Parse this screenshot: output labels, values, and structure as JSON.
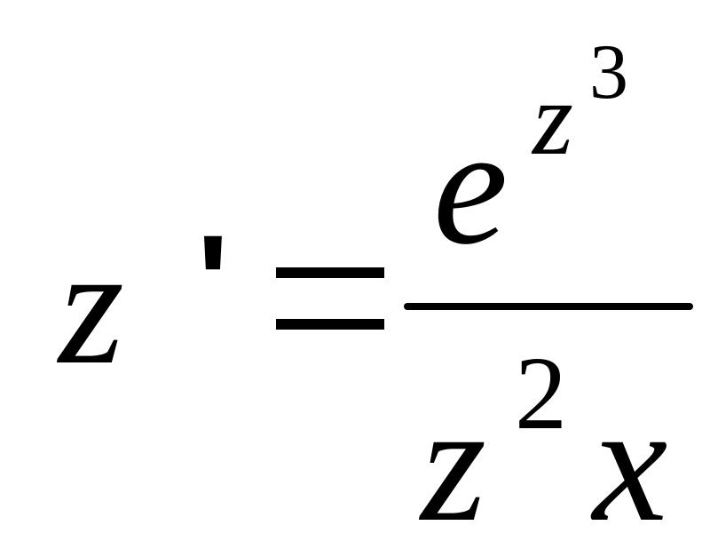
{
  "equation": {
    "lhs": {
      "variable": "z",
      "prime": "'"
    },
    "relation": "=",
    "rhs": {
      "numerator": {
        "base": "e",
        "exponent_variable": "z",
        "exponent_power": "3"
      },
      "denominator": {
        "variable": "z",
        "power": "2",
        "second_variable": "x"
      }
    }
  },
  "colors": {
    "ink": "#000000",
    "background": "#ffffff"
  }
}
